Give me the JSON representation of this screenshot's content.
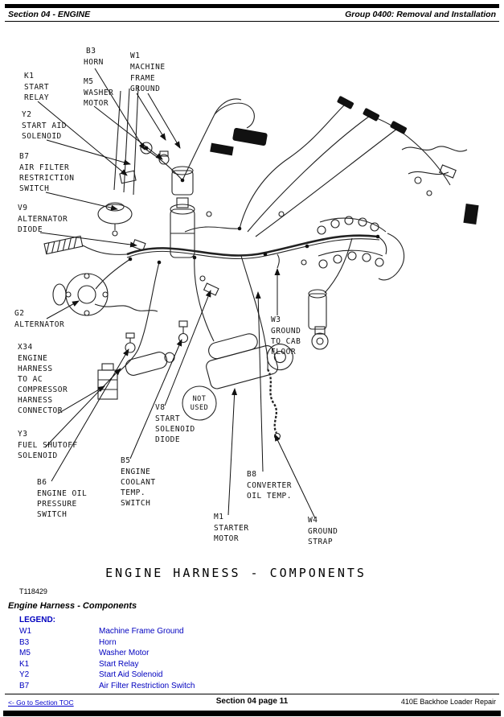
{
  "page": {
    "header": {
      "left": "Section 04 - ENGINE",
      "right": "Group 0400: Removal and Installation"
    },
    "footer": {
      "toc_link": "<- Go to Section TOC",
      "page_label": "Section 04 page 11",
      "doc_title": "410E Backhoe Loader Repair"
    }
  },
  "figure": {
    "caption": "ENGINE HARNESS - COMPONENTS",
    "figure_number": "T118429",
    "not_used": {
      "line1": "NOT",
      "line2": "USED"
    },
    "labels": [
      {
        "id": "B3",
        "lines": [
          "B3",
          "HORN"
        ]
      },
      {
        "id": "W1",
        "lines": [
          "W1",
          "MACHINE",
          "FRAME",
          "GROUND"
        ]
      },
      {
        "id": "K1",
        "lines": [
          "K1",
          "START",
          "RELAY"
        ]
      },
      {
        "id": "M5",
        "lines": [
          "M5",
          "WASHER",
          "MOTOR"
        ]
      },
      {
        "id": "Y2",
        "lines": [
          "Y2",
          "START AID",
          "SOLENOID"
        ]
      },
      {
        "id": "B7",
        "lines": [
          "B7",
          "AIR FILTER",
          "RESTRICTION",
          "SWITCH"
        ]
      },
      {
        "id": "V9",
        "lines": [
          "V9",
          "ALTERNATOR",
          "DIODE"
        ]
      },
      {
        "id": "G2",
        "lines": [
          "G2",
          "ALTERNATOR"
        ]
      },
      {
        "id": "X34",
        "lines": [
          "X34",
          "ENGINE",
          "HARNESS",
          "TO AC",
          "COMPRESSOR",
          "HARNESS",
          "CONNECTOR"
        ]
      },
      {
        "id": "Y3",
        "lines": [
          "Y3",
          "FUEL SHUTOFF",
          "SOLENOID"
        ]
      },
      {
        "id": "B6",
        "lines": [
          "B6",
          "ENGINE OIL",
          "PRESSURE",
          "SWITCH"
        ]
      },
      {
        "id": "B5",
        "lines": [
          "B5",
          "ENGINE",
          "COOLANT",
          "TEMP.",
          "SWITCH"
        ]
      },
      {
        "id": "V8",
        "lines": [
          "V8",
          "START",
          "SOLENOID",
          "DIODE"
        ]
      },
      {
        "id": "M1",
        "lines": [
          "M1",
          "STARTER",
          "MOTOR"
        ]
      },
      {
        "id": "B8",
        "lines": [
          "B8",
          "CONVERTER",
          "OIL TEMP."
        ]
      },
      {
        "id": "W3",
        "lines": [
          "W3",
          "GROUND",
          "TO CAB",
          "FLOOR"
        ]
      },
      {
        "id": "W4",
        "lines": [
          "W4",
          "GROUND",
          "STRAP"
        ]
      }
    ]
  },
  "section": {
    "heading": "Engine Harness - Components",
    "legend_title": "LEGEND:",
    "legend": [
      {
        "code": "W1",
        "desc": "Machine Frame Ground"
      },
      {
        "code": "B3",
        "desc": "Horn"
      },
      {
        "code": "M5",
        "desc": "Washer Motor"
      },
      {
        "code": "K1",
        "desc": "Start Relay"
      },
      {
        "code": "Y2",
        "desc": "Start Aid Solenoid"
      },
      {
        "code": "B7",
        "desc": "Air Filter Restriction Switch"
      }
    ]
  },
  "colors": {
    "link_blue": "#0000cc",
    "legend_blue": "#0000bf",
    "bar_black": "#000000"
  }
}
